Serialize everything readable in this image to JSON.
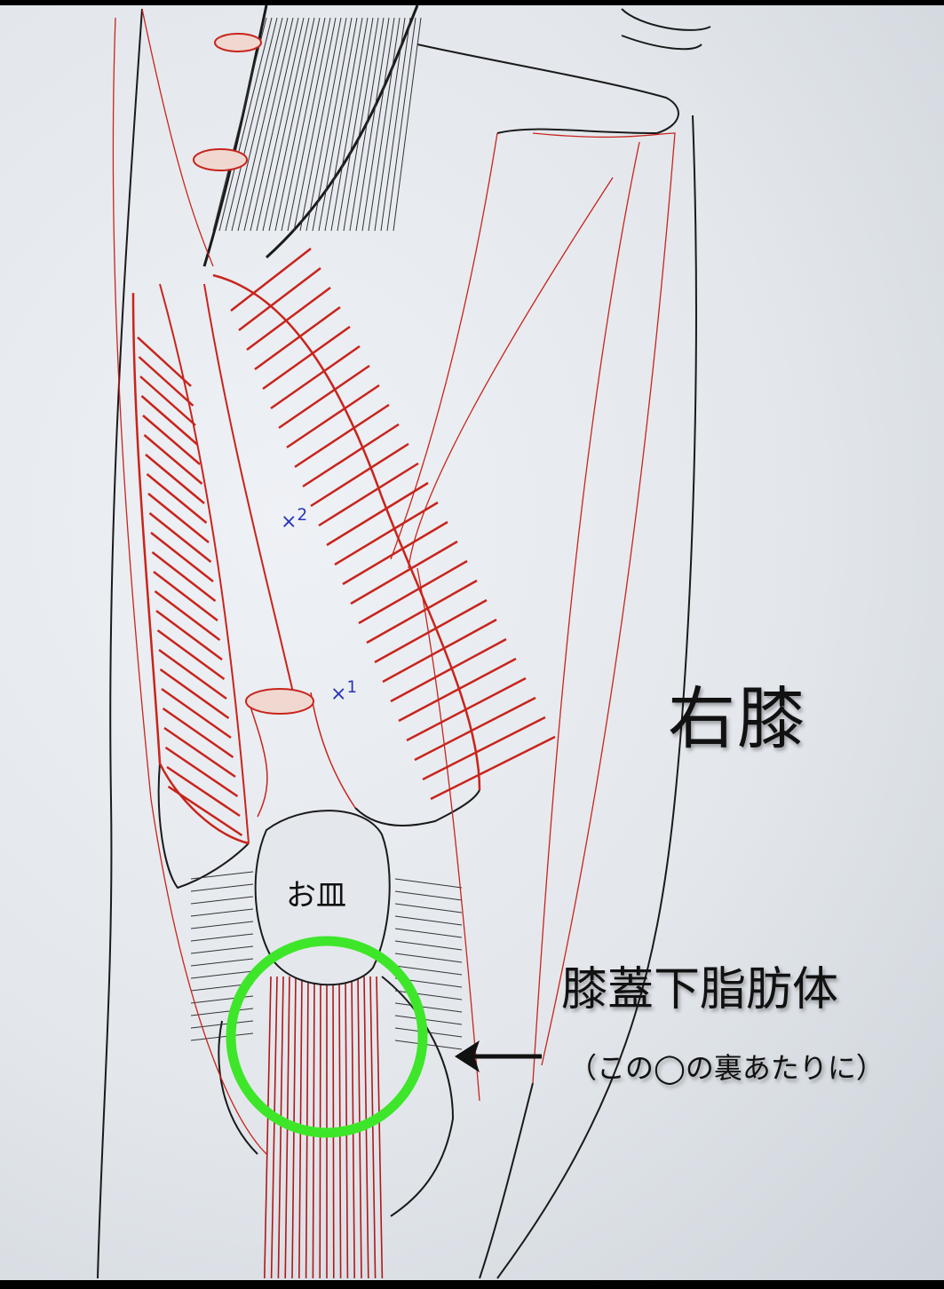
{
  "title": "右膝",
  "labels": {
    "patella": "お皿",
    "fat_pad": "膝蓋下脂肪体",
    "note": "（この◯の裏あたりに）"
  },
  "markers": [
    {
      "symbol": "×",
      "number": "2"
    },
    {
      "symbol": "×",
      "number": "1"
    }
  ],
  "colors": {
    "muscle": "#c8241c",
    "outline": "#1a1a1a",
    "highlight_circle": "#3ee62a",
    "marker": "#2a33b8"
  }
}
